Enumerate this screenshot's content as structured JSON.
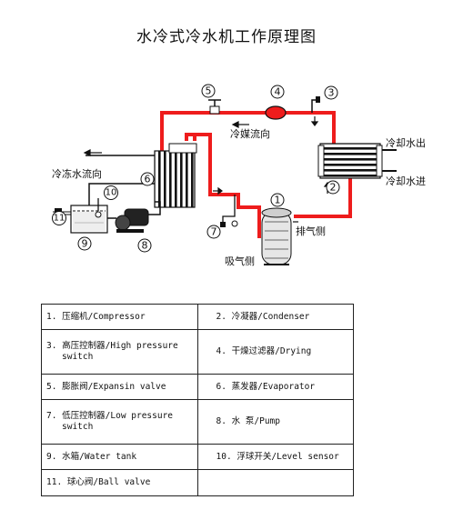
{
  "title": "水冷式冷水机工作原理图",
  "diagram": {
    "labels": {
      "refrigerant_flow": "冷媒流向",
      "chilled_water_flow": "冷冻水流向",
      "cooling_water_out": "冷却水出",
      "cooling_water_in": "冷却水进",
      "discharge_side": "排气侧",
      "suction_side": "吸气侧"
    },
    "markers": [
      "1",
      "2",
      "3",
      "4",
      "5",
      "6",
      "7",
      "8",
      "9",
      "10",
      "11"
    ],
    "colors": {
      "pipe": "#ee1c1c",
      "line": "#111111"
    }
  },
  "legend": [
    [
      "1. 压缩机/Compressor",
      "2. 冷凝器/Condenser"
    ],
    [
      "3. 高压控制器/High pressure switch",
      "4. 干燥过滤器/Drying"
    ],
    [
      "5. 膨胀阀/Expansin valve",
      "6. 蒸发器/Evaporator"
    ],
    [
      "7. 低压控制器/Low pressure switch",
      "8. 水 泵/Pump"
    ],
    [
      "9. 水箱/Water tank",
      "10. 浮球开关/Level sensor"
    ],
    [
      "11. 球心阀/Ball valve",
      ""
    ]
  ]
}
